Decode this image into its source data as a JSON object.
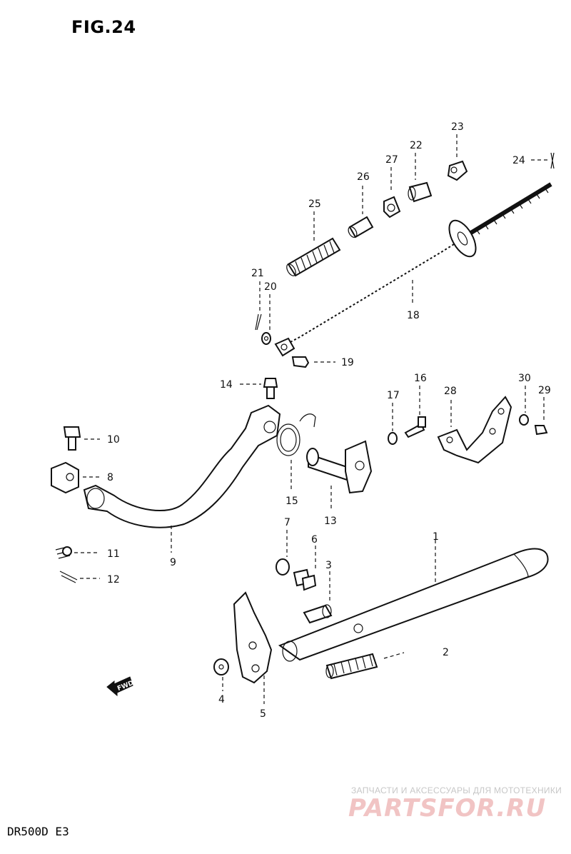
{
  "figure": {
    "title": "FIG.24",
    "model": "DR500D E3"
  },
  "watermark": {
    "tagline": "ЗАПЧАСТИ И АКСЕССУАРЫ ДЛЯ МОТОТЕХНИКИ",
    "brand": "PARTSFOR.RU"
  },
  "direction_marker": "FWD",
  "callouts": {
    "c1": "1",
    "c2": "2",
    "c3": "3",
    "c4": "4",
    "c5": "5",
    "c6": "6",
    "c7": "7",
    "c8": "8",
    "c9": "9",
    "c10": "10",
    "c11": "11",
    "c12": "12",
    "c13": "13",
    "c14": "14",
    "c15": "15",
    "c16": "16",
    "c17": "17",
    "c18": "18",
    "c19": "19",
    "c20": "20",
    "c21": "21",
    "c22": "22",
    "c23": "23",
    "c24": "24",
    "c25": "25",
    "c26": "26",
    "c27": "27",
    "c28": "28",
    "c29": "29",
    "c30": "30"
  }
}
